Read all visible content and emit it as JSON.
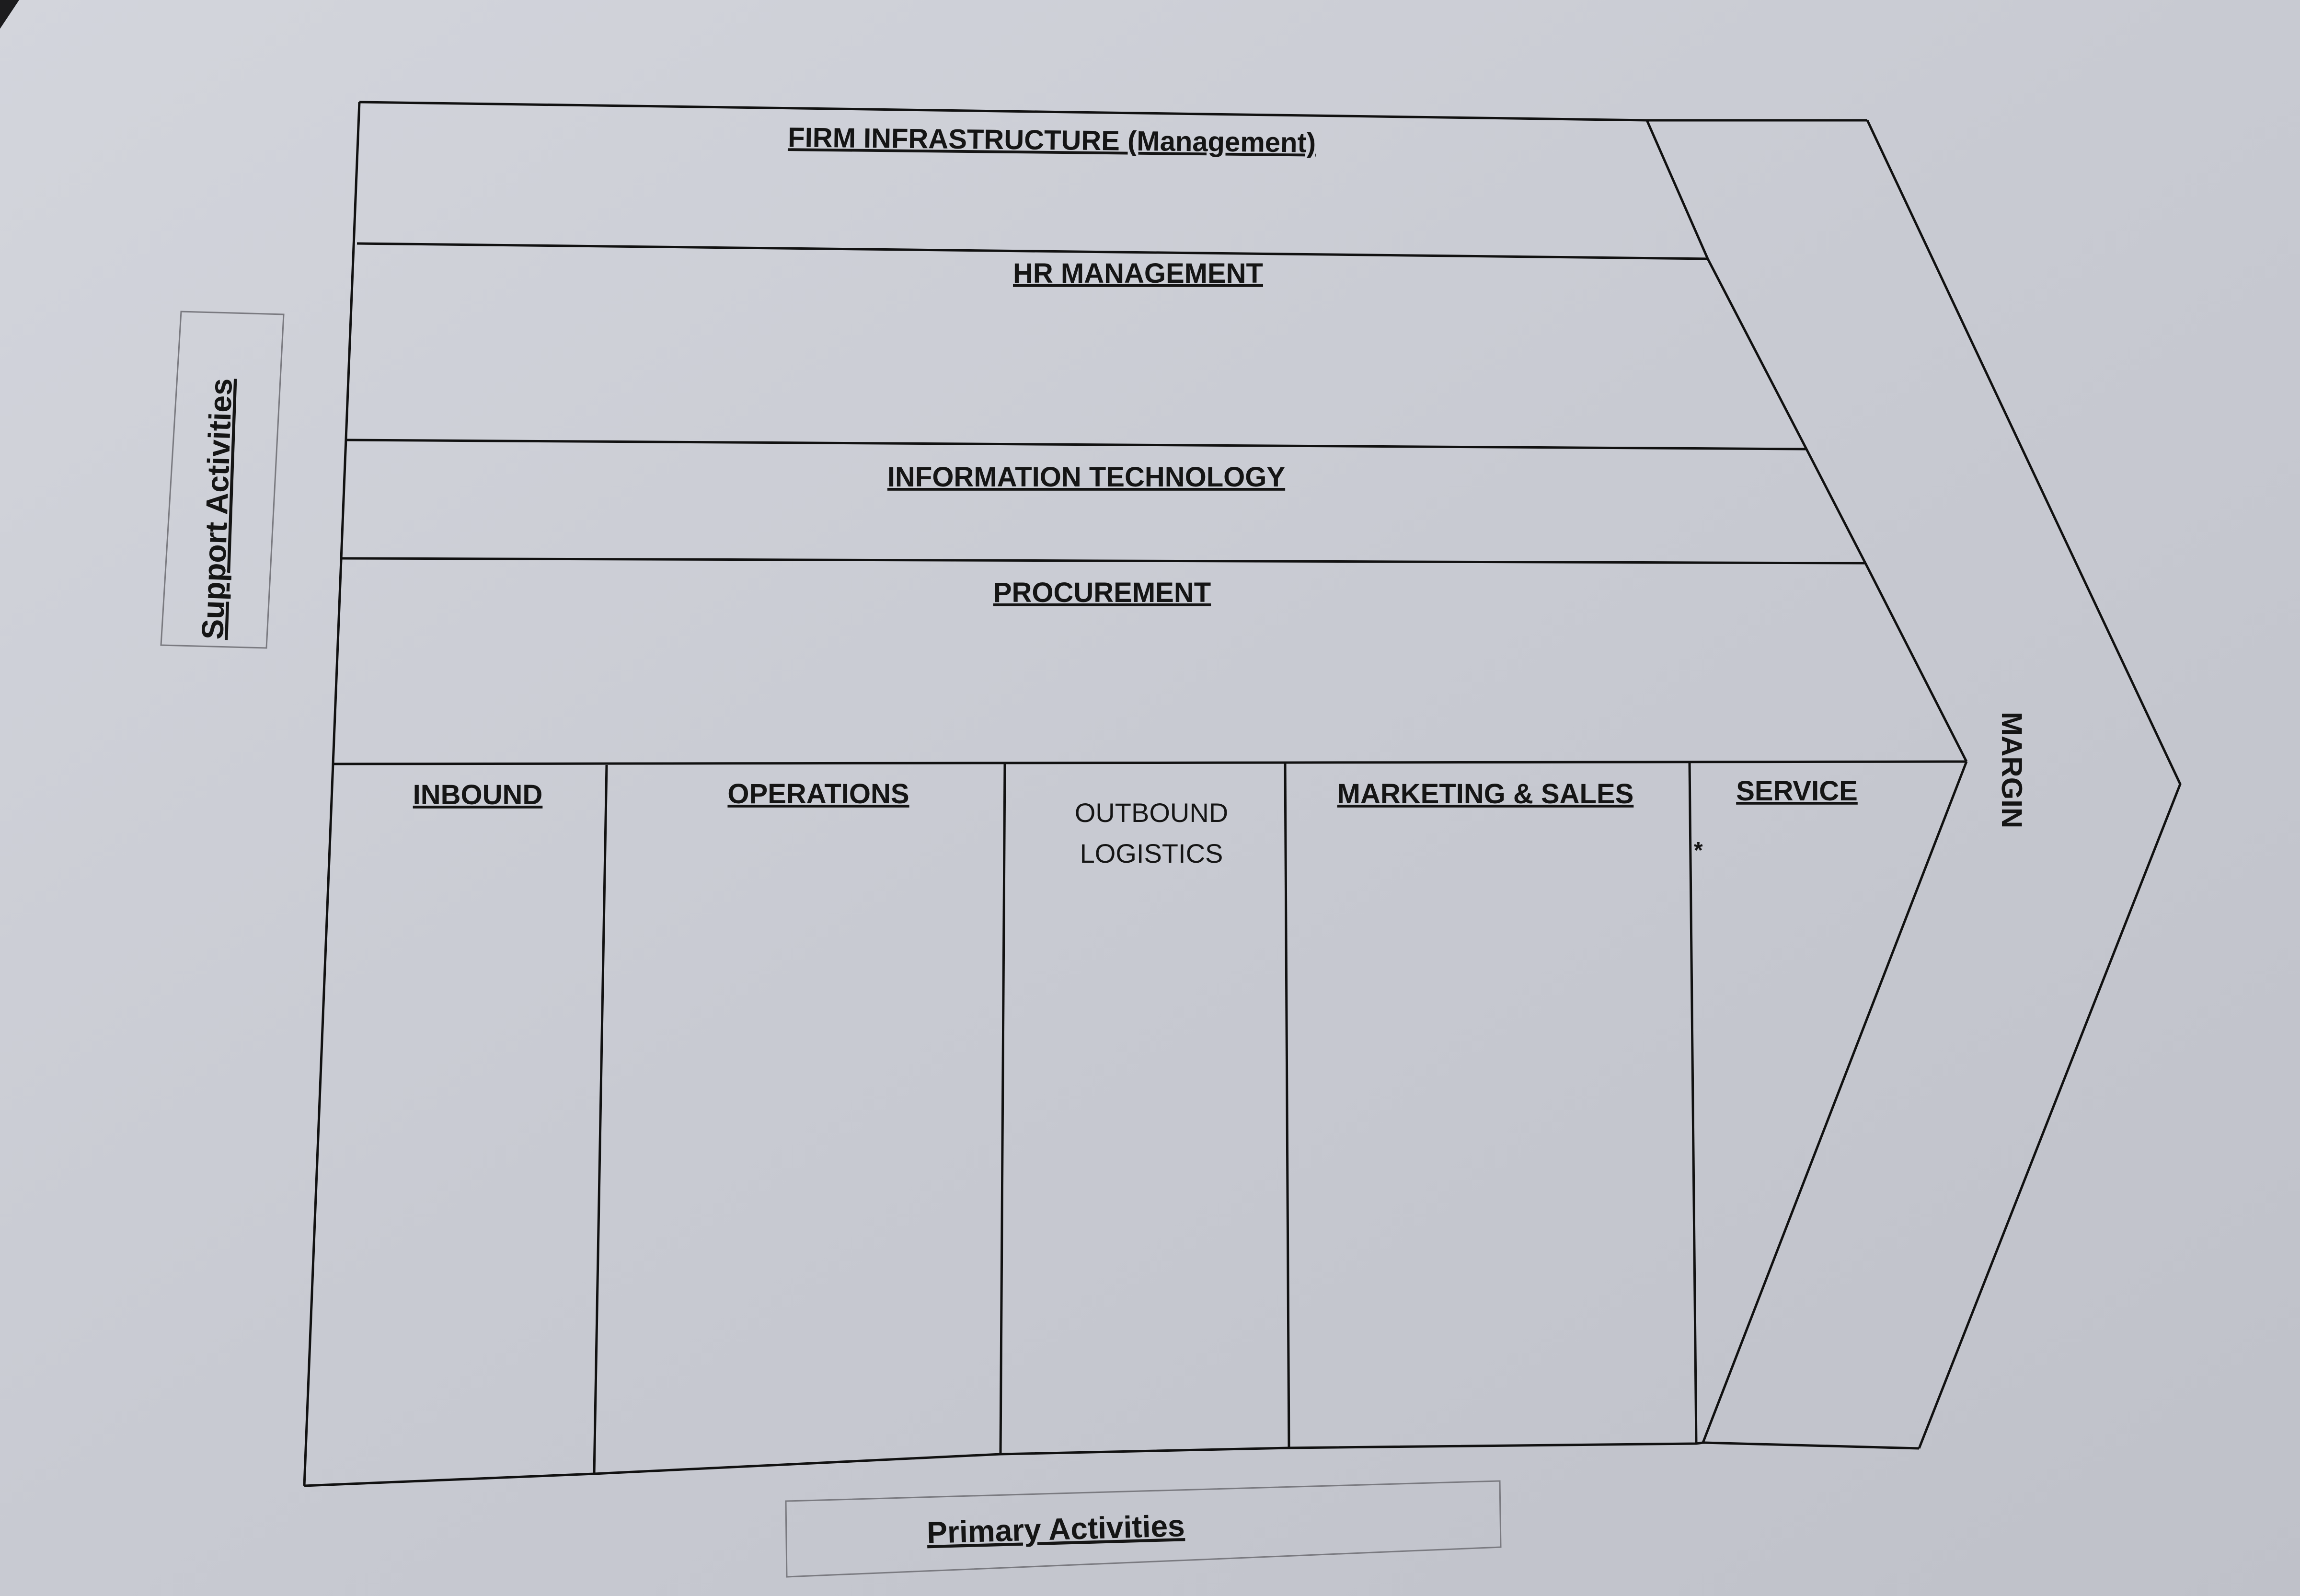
{
  "support": {
    "title": "Support Activities",
    "rows": [
      {
        "label": "FIRM INFRASTRUCTURE (Management)"
      },
      {
        "label": "HR MANAGEMENT"
      },
      {
        "label": "INFORMATION TECHNOLOGY"
      },
      {
        "label": "PROCUREMENT"
      }
    ]
  },
  "primary": {
    "title": "Primary Activities",
    "columns": [
      {
        "label": "INBOUND"
      },
      {
        "label": "OPERATIONS"
      },
      {
        "label_line1": "OUTBOUND",
        "label_line2": "LOGISTICS"
      },
      {
        "label": "MARKETING &  SALES"
      },
      {
        "label": "SERVICE"
      }
    ]
  },
  "margin": {
    "label": "MARGIN"
  },
  "marks": {
    "asterisk": "*"
  },
  "colors": {
    "paper": "#c9cbd3",
    "paper_light": "#d6d8de",
    "ink": "#111111"
  }
}
